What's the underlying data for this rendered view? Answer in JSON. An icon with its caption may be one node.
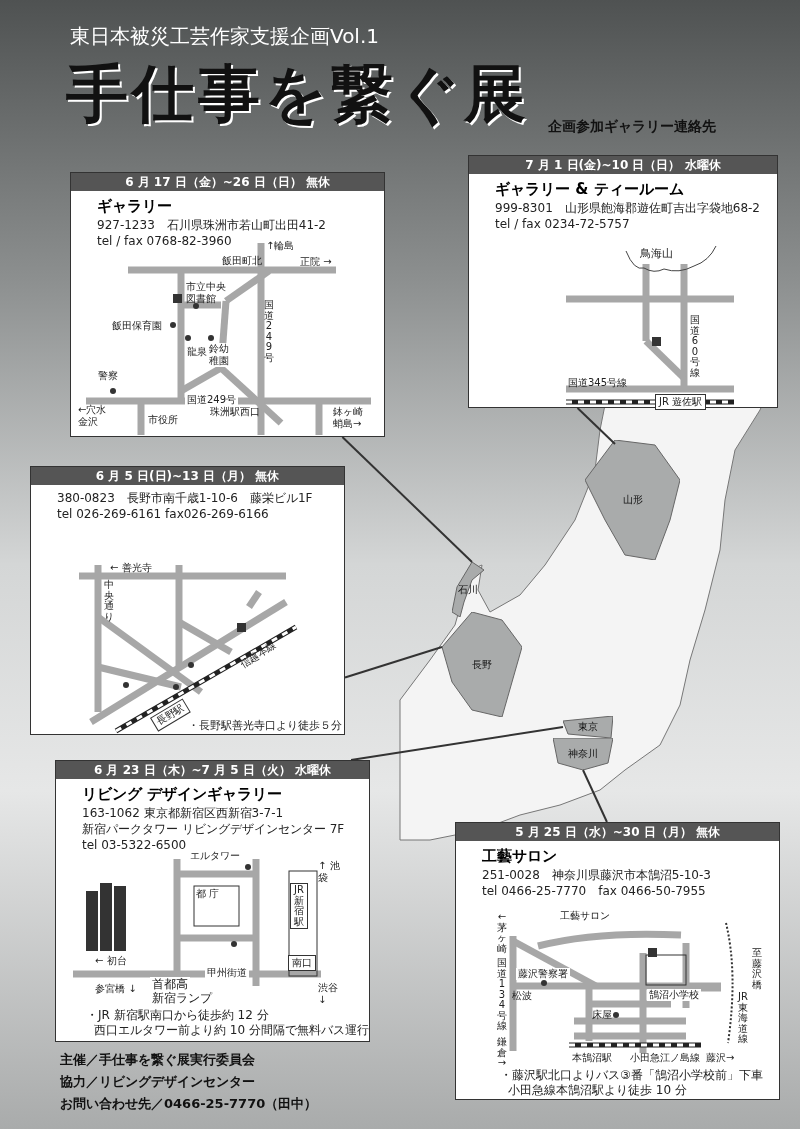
{
  "diagram": {
    "title": "手仕事を繋ぐ展",
    "nodes": [
      {
        "text": [
          "6 月 17 日（金）~26 日（日） 無休",
          "ギャラリー",
          "927-1233　石川県珠洲市若山町出田41-2",
          "tel / fax 0768-82-3960"
        ]
      },
      {
        "text": [
          "7 月 1 日(金)~10 日（日） 水曜休",
          "ギャラリー & ティールーム",
          "999-8301　山形県飽海郡遊佐町吉出字袋地68-2",
          "tel / fax 0234-72-5757"
        ]
      },
      {
        "text": [
          "6 月 5 日(日)~13 日（月） 無休",
          "380-0823　長野市南千歳1-10-6　藤栄ビル1F",
          "tel 026-269-6161  fax026-269-6166"
        ]
      },
      {
        "text": [
          "6 月 23 日（木）~7 月 5 日（火） 水曜休",
          "リビング デザインギャラリー",
          "163-1062 東京都新宿区西新宿3-7-1",
          "新宿パークタワー リビングデザインセンター 7F",
          "tel 03-5322-6500"
        ]
      },
      {
        "text": [
          "5 月 25 日（水）~30 日（月） 無休",
          "工藝サロン",
          "251-0028　神奈川県藤沢市本鵠沼5-10-3",
          "tel 0466-25-7770　fax 0466-50-7955"
        ]
      },
      {
        "text": [
          "山形"
        ]
      },
      {
        "text": [
          "石川"
        ]
      },
      {
        "text": [
          "長野"
        ]
      },
      {
        "text": [
          "東京"
        ]
      },
      {
        "text": [
          "神奈川"
        ]
      }
    ],
    "edges": [
      {
        "from": 0,
        "to": 6,
        "arrow": "none"
      },
      {
        "from": 1,
        "to": 5,
        "arrow": "none"
      },
      {
        "from": 2,
        "to": 7,
        "arrow": "none"
      },
      {
        "from": 3,
        "to": 8,
        "arrow": "none"
      },
      {
        "from": 4,
        "to": 9,
        "arrow": "none"
      }
    ],
    "labels": [
      "東日本被災工芸作家支援企画Vol.1",
      "企画参加ギャラリー連絡先",
      "↑輪島",
      "飯田町北",
      "正院 →",
      "市立中央図書館",
      "飯田保育園",
      "龍泉",
      "鈴幼稚園",
      "国道249号",
      "警察",
      "国道249号",
      "←穴水金沢",
      "市役所",
      "珠洲駅西口",
      "鉢ヶ崎蛸島→",
      "鳥海山",
      "国道60号線",
      "国道345号線",
      "JR 遊佐駅",
      "← 善光寺",
      "中央通り",
      "信越本線",
      "長野駅",
      "・長野駅善光寺口より徒歩５分",
      "エルタワー",
      "↑ 池袋",
      "都 庁",
      "JR新宿駅",
      "← 初台",
      "南口",
      "甲州街道",
      "参宮橋 ↓",
      "首都高",
      "新宿ランプ",
      "渋谷 ↓",
      "・JR 新宿駅南口から徒歩約 12 分",
      "西口エルタワー前より約 10 分間隔で無料バス運行",
      "工藝サロン",
      "←茅ヶ崎",
      "国道134号線",
      "鎌倉→",
      "藤沢警察署",
      "松波",
      "鵠沼小学校",
      "床屋",
      "本鵠沼駅",
      "小田急江ノ島線",
      "藤沢→",
      "JR東海道線",
      "至藤沢橋",
      "・藤沢駅北口よりバス③番「鵠沼小学校前」下車",
      "小田急線本鵠沼駅より徒歩 10 分",
      "主催／手仕事を繋ぐ展実行委員会",
      "協力／リビングデザインセンター",
      "お問い合わせ先／0466-25-7770（田中）"
    ]
  }
}
